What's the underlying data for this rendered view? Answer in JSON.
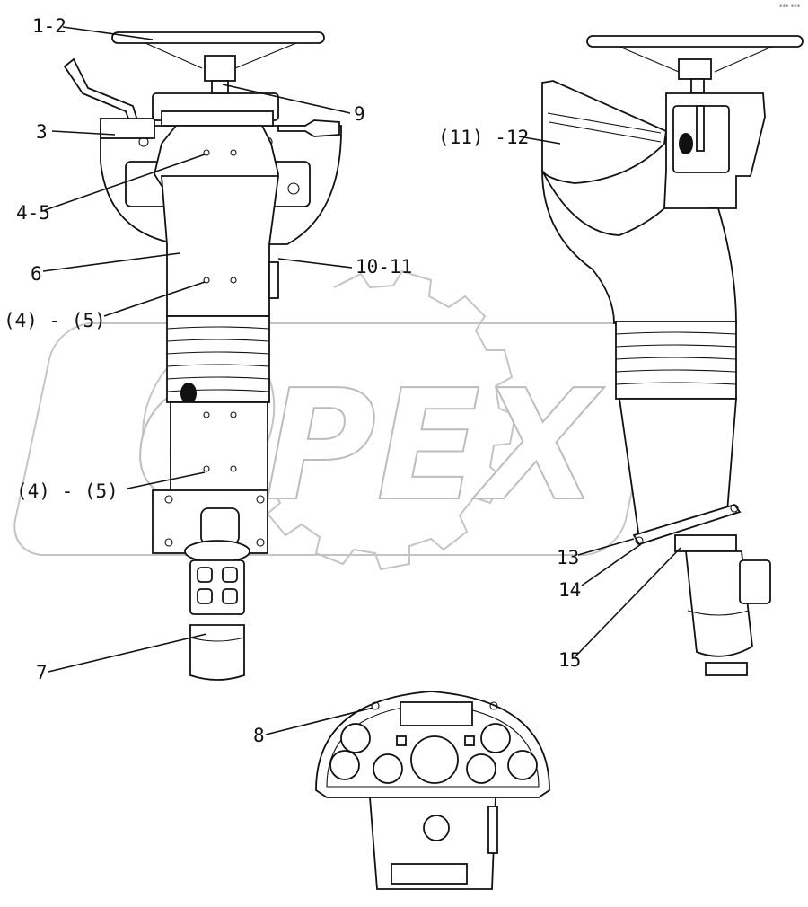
{
  "corner_mark": "*** ***",
  "watermark": {
    "text": "OPEX"
  },
  "callouts": [
    {
      "id": "1-2",
      "label": "1-2"
    },
    {
      "id": "9",
      "label": "9"
    },
    {
      "id": "3",
      "label": "3"
    },
    {
      "id": "4-5",
      "label": "4-5"
    },
    {
      "id": "6",
      "label": "6"
    },
    {
      "id": "10-11",
      "label": "10-11"
    },
    {
      "id": "(4)-(5)-a",
      "label": "(4) - (5)"
    },
    {
      "id": "(4)-(5)-b",
      "label": "(4) - (5)"
    },
    {
      "id": "7",
      "label": "7"
    },
    {
      "id": "(11)-12",
      "label": "(11) -12"
    },
    {
      "id": "13",
      "label": "13"
    },
    {
      "id": "14",
      "label": "14"
    },
    {
      "id": "15",
      "label": "15"
    },
    {
      "id": "8",
      "label": "8"
    }
  ]
}
